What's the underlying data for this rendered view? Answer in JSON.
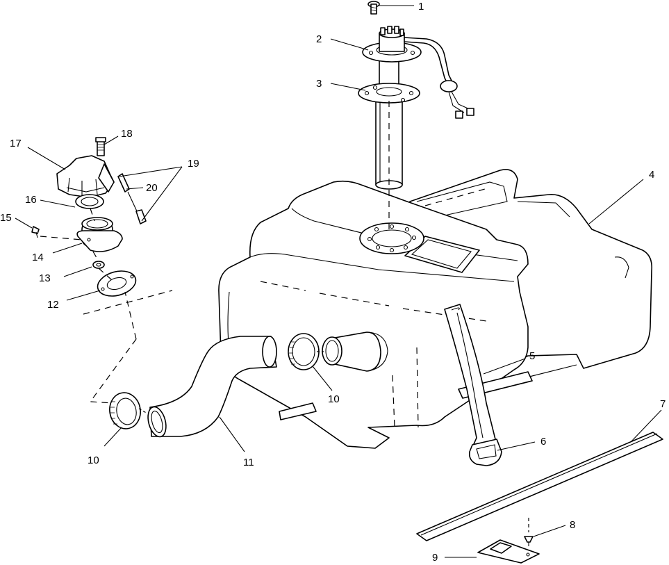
{
  "callouts": [
    {
      "id": "c1",
      "text": "1"
    },
    {
      "id": "c2",
      "text": "2"
    },
    {
      "id": "c3",
      "text": "3"
    },
    {
      "id": "c4",
      "text": "4"
    },
    {
      "id": "c5",
      "text": "5"
    },
    {
      "id": "c6",
      "text": "6"
    },
    {
      "id": "c7",
      "text": "7"
    },
    {
      "id": "c8",
      "text": "8"
    },
    {
      "id": "c9",
      "text": "9"
    },
    {
      "id": "c10a",
      "text": "10"
    },
    {
      "id": "c10b",
      "text": "10"
    },
    {
      "id": "c11",
      "text": "11"
    },
    {
      "id": "c12",
      "text": "12"
    },
    {
      "id": "c13",
      "text": "13"
    },
    {
      "id": "c14",
      "text": "14"
    },
    {
      "id": "c15",
      "text": "15"
    },
    {
      "id": "c16",
      "text": "16"
    },
    {
      "id": "c17",
      "text": "17"
    },
    {
      "id": "c18",
      "text": "18"
    },
    {
      "id": "c19",
      "text": "19"
    },
    {
      "id": "c20",
      "text": "20"
    }
  ]
}
